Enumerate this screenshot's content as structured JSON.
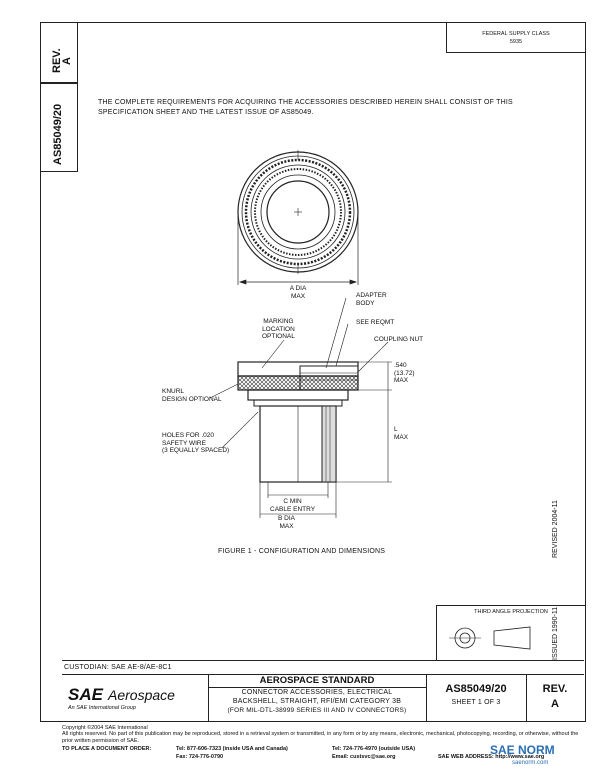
{
  "rev_box": {
    "label": "REV.",
    "value": "A"
  },
  "doc_id_vertical": "AS85049/20",
  "federal_stamp": {
    "line1": "FEDERAL SUPPLY CLASS",
    "line2": "5935"
  },
  "intro_text": "THE COMPLETE REQUIREMENTS FOR ACQUIRING THE ACCESSORIES DESCRIBED HEREIN SHALL CONSIST OF THIS SPECIFICATION SHEET AND THE LATEST ISSUE OF AS85049.",
  "dims": {
    "a_dia": "A DIA",
    "a_max": "MAX",
    "adapter_body": "ADAPTER\nBODY",
    "see_reqmt": "SEE REQMT",
    "coupling_nut": "COUPLING NUT",
    "marking": "MARKING\nLOCATION\nOPTIONAL",
    "knurl": "KNURL\nDESIGN OPTIONAL",
    "dim_540": ".540\n(13.72)\nMAX",
    "l_max": "L\nMAX",
    "holes": "HOLES FOR .020\nSAFETY WIRE\n(3 EQUALLY SPACED)",
    "c_min": "C MIN\nCABLE ENTRY",
    "b_dia": "B DIA\nMAX"
  },
  "figure_caption": "FIGURE 1 - CONFIGURATION AND DIMENSIONS",
  "revised_vertical": "REVISED 2004-11",
  "issued_vertical": "ISSUED 1990-11",
  "third_angle": "THIRD ANGLE PROJECTION",
  "custodian": "CUSTODIAN: SAE AE-8/AE-8C1",
  "title_block": {
    "logo_sae": "SAE",
    "logo_aerospace": "Aerospace",
    "logo_sub": "An SAE International Group",
    "standard": "AEROSPACE STANDARD",
    "desc_line1": "CONNECTOR ACCESSORIES, ELECTRICAL",
    "desc_line2": "BACKSHELL, STRAIGHT, RFI/EMI CATEGORY 3B",
    "desc_line3": "(FOR MIL-DTL-38999 SERIES III AND IV CONNECTORS)",
    "doc_number": "AS85049/20",
    "sheet": "SHEET 1 OF 3",
    "rev_label": "REV.",
    "rev_value": "A"
  },
  "footer": {
    "copyright": "Copyright ©2004 SAE International",
    "rights": "All rights reserved. No part of this publication may be reproduced, stored in a retrieval system or transmitted, in any form or by any means, electronic, mechanical, photocopying, recording, or otherwise, without the prior written permission of SAE.",
    "order_label": "TO PLACE A DOCUMENT ORDER:",
    "tel1": "Tel: 877-606-7323 (inside USA and Canada)",
    "fax": "Fax: 724-776-0790",
    "tel2": "Tel: 724-776-4970 (outside USA)",
    "email": "Email: custsvc@sae.org",
    "web": "SAE WEB ADDRESS: http://www.sae.org",
    "watermark": "SAE NORM",
    "watermark_sub": "saenorm.com"
  }
}
